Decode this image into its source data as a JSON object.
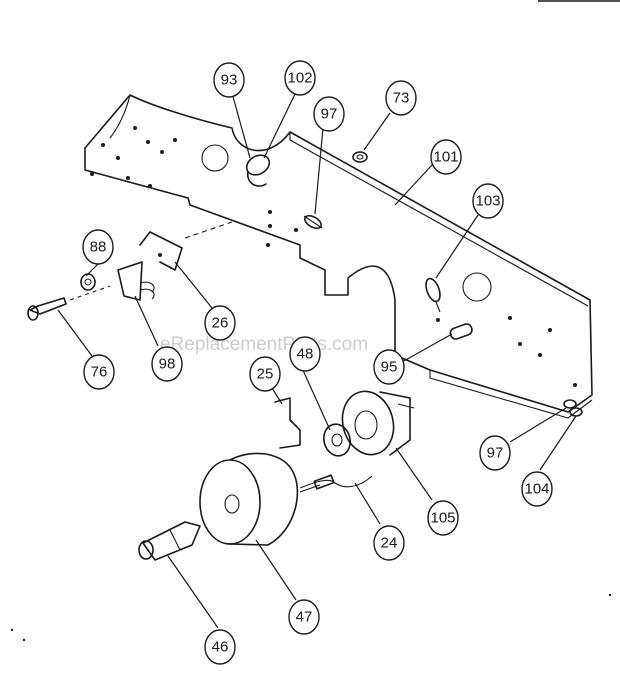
{
  "watermark": "eReplacementParts.com",
  "callouts": [
    {
      "id": "93",
      "label": "93"
    },
    {
      "id": "102",
      "label": "102"
    },
    {
      "id": "97a",
      "label": "97"
    },
    {
      "id": "73",
      "label": "73"
    },
    {
      "id": "101",
      "label": "101"
    },
    {
      "id": "103",
      "label": "103"
    },
    {
      "id": "88",
      "label": "88"
    },
    {
      "id": "26",
      "label": "26"
    },
    {
      "id": "76",
      "label": "76"
    },
    {
      "id": "98",
      "label": "98"
    },
    {
      "id": "48",
      "label": "48"
    },
    {
      "id": "95",
      "label": "95"
    },
    {
      "id": "25",
      "label": "25"
    },
    {
      "id": "97b",
      "label": "97"
    },
    {
      "id": "104",
      "label": "104"
    },
    {
      "id": "105",
      "label": "105"
    },
    {
      "id": "24",
      "label": "24"
    },
    {
      "id": "47",
      "label": "47"
    },
    {
      "id": "46",
      "label": "46"
    }
  ]
}
